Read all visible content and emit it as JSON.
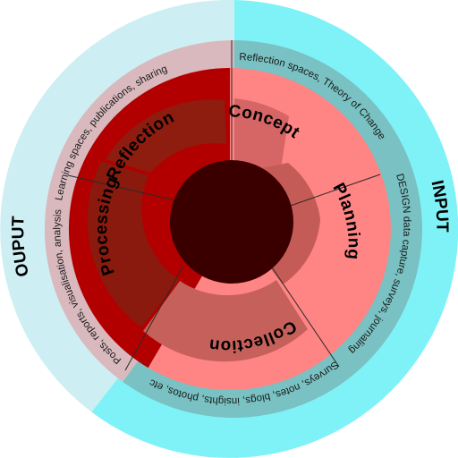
{
  "labels": {
    "input": "INPUT",
    "output": "OUPUT"
  },
  "stages": {
    "concept": "Concept",
    "planning": "Planning",
    "collection": "Collection",
    "processing": "Processing",
    "reflection": "Reflection"
  },
  "ring": {
    "concept": "Reflection spaces, Theory of Change",
    "planning": "DESIGN data capture, surveys, journaling",
    "collection": "Surveys, notes, blogs, insights, photos, etc",
    "processing": "Posts, reports, visualisation, analysis",
    "reflection": "Learning spaces, publications, sharing"
  },
  "colors": {
    "input_band": "#7ff2f7",
    "output_band": "#cdeff3",
    "ring_teal": "#79c1c2",
    "ring_rose": "#d9b9bd",
    "pink_sector": "#ff8484",
    "dark_red_sector": "#b20000",
    "arrow_light": "#d66565",
    "arrow_dark": "#8a1a0e",
    "hub": "#3a0000"
  }
}
